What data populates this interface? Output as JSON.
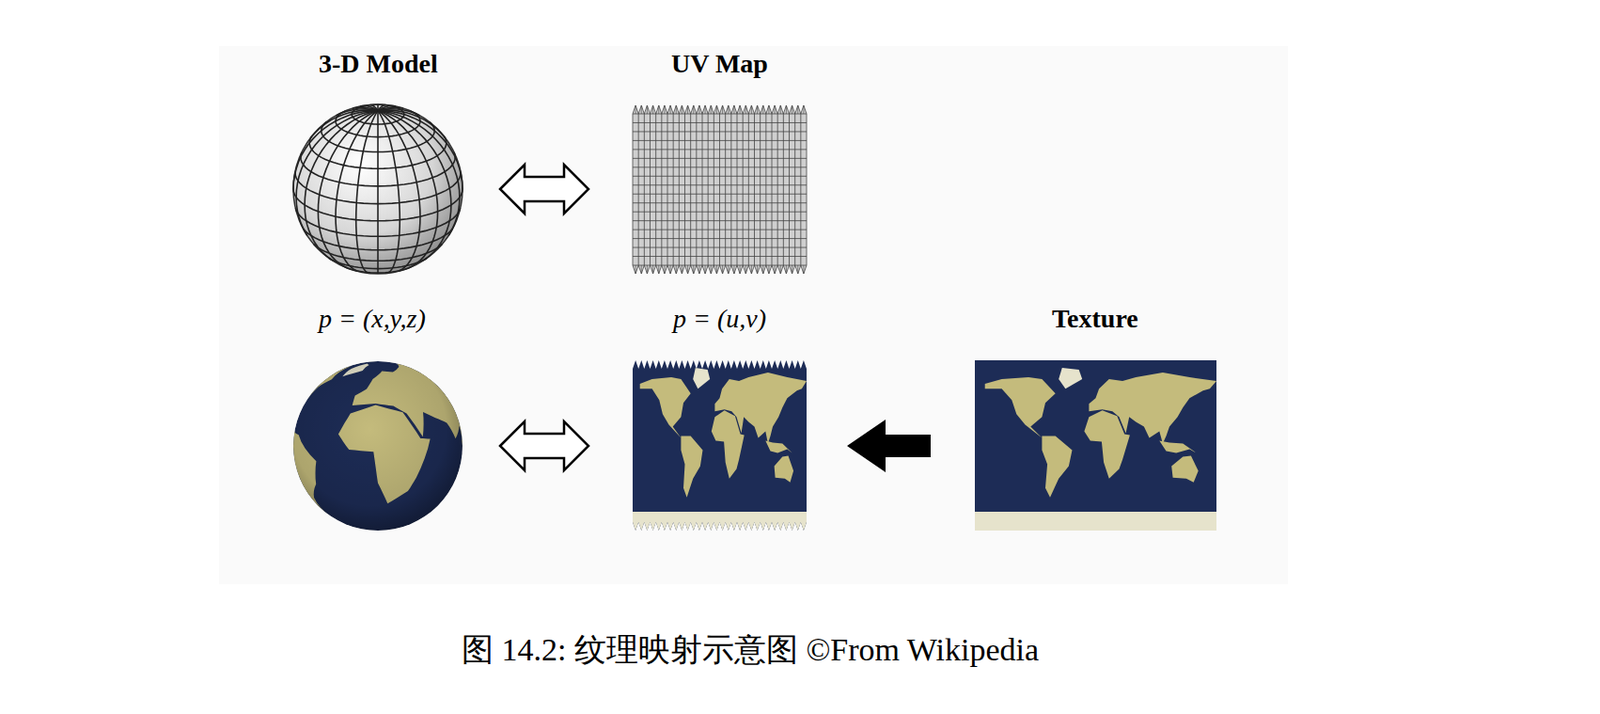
{
  "diagram": {
    "caption": "图 14.2: 纹理映射示意图 ©From Wikipedia",
    "labels": [
      "3-D Model",
      "UV Map",
      "p = (x,y,z)",
      "p = (u,v)",
      "Texture"
    ]
  }
}
